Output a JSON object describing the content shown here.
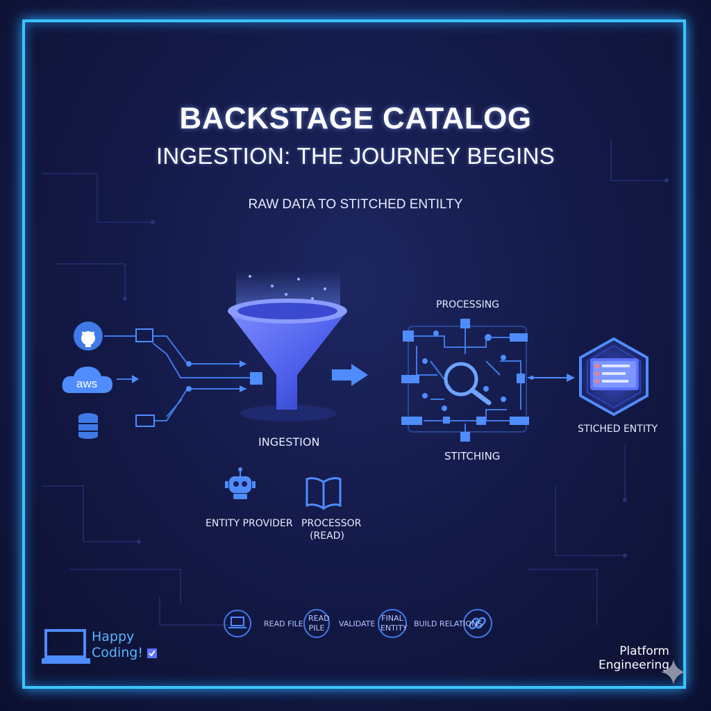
{
  "header": {
    "title": "BACKSTAGE CATALOG",
    "subtitle": "INGESTION: THE JOURNEY BEGINS",
    "tagline": "RAW DATA TO STITCHED ENTILTY"
  },
  "sources": {
    "aws_label": "aws"
  },
  "stages": {
    "ingestion": "INGESTION",
    "processing": "PROCESSING",
    "stitching": "STITCHING",
    "stitched_entity": "STICHED ENTITY"
  },
  "components": {
    "entity_provider": "ENTITY PROVIDER",
    "processor_line1": "PROCESSOR",
    "processor_line2": "(READ)"
  },
  "steps": {
    "read_file": "READ FILE",
    "read_pile_line1": "READ",
    "read_pile_line2": "PILE",
    "validate": "VALIDATE",
    "final_line1": "FINAL",
    "final_line2": "ENTITY",
    "build_relations": "BUILD RELATIONS"
  },
  "footer": {
    "happy_line1": "Happy",
    "happy_line2": "Coding!",
    "brand_line1": "Platform",
    "brand_line2": "Engineering"
  },
  "colors": {
    "frame": "#3cc4ff",
    "accent_blue": "#4f8dff",
    "background": "#141a48"
  },
  "icons": [
    "github-icon",
    "aws-cloud-icon",
    "database-icon",
    "funnel-icon",
    "arrow-right-icon",
    "magnifier-icon",
    "stitched-entity-hexagon-icon",
    "robot-icon",
    "open-book-icon",
    "laptop-icon",
    "checkbox-icon",
    "sparkle-icon"
  ]
}
